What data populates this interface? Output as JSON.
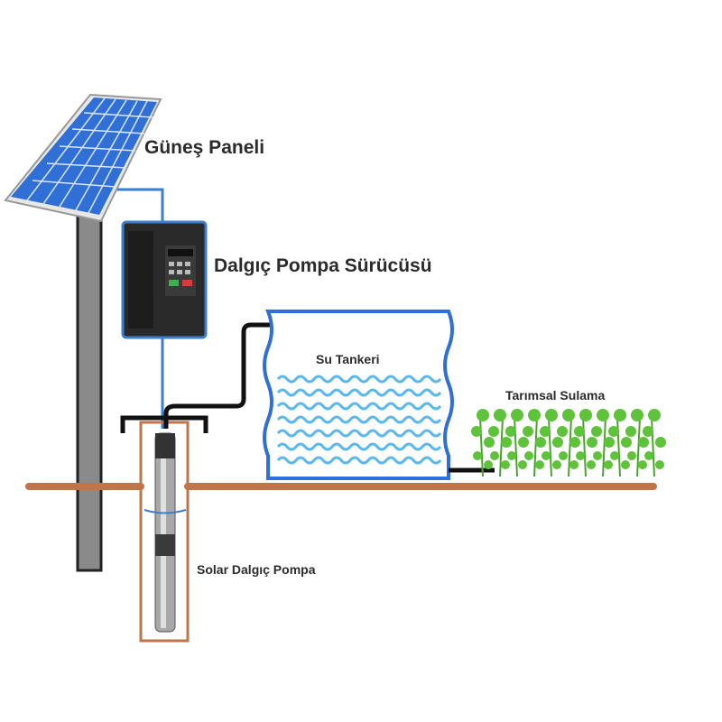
{
  "labels": {
    "solar_panel": "Güneş Paneli",
    "pump_driver": "Dalgıç Pompa Sürücüsü",
    "water_tank": "Su Tankeri",
    "irrigation": "Tarımsal Sulama",
    "solar_pump": "Solar Dalgıç Pompa"
  },
  "colors": {
    "wire": "#3a7fd0",
    "panel": "#2f6fd6",
    "ground": "#c0744a",
    "tank_outline": "#2f6fd6",
    "water_wave": "#5ab8ee",
    "plants": "#5ec23a",
    "pipe": "#111111"
  }
}
